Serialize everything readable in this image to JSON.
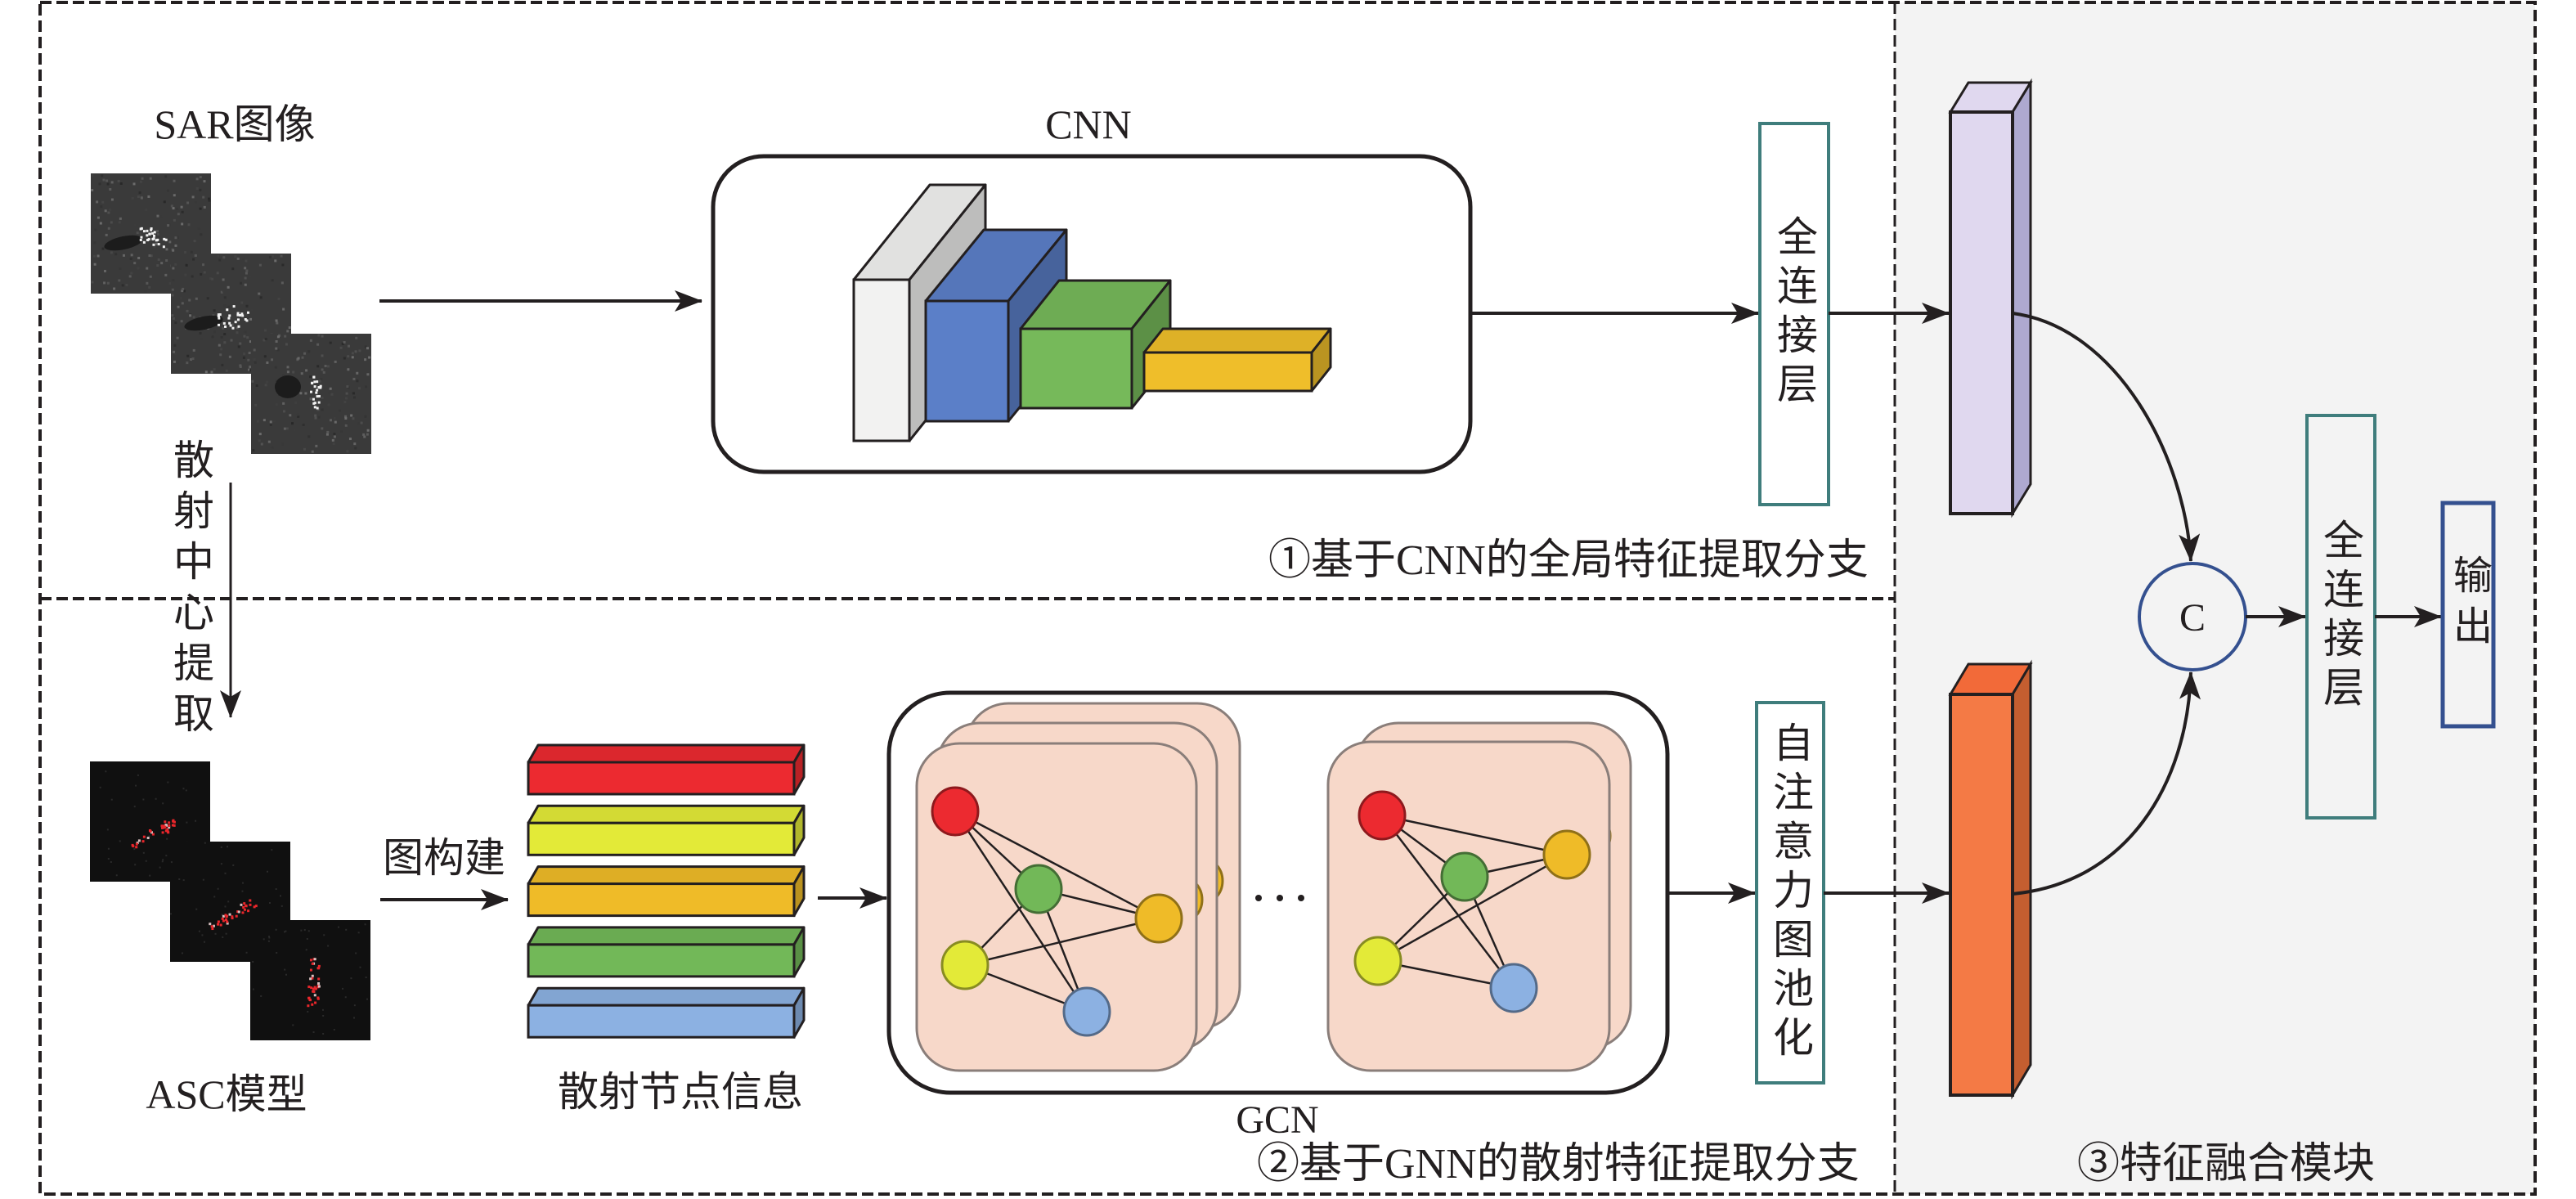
{
  "figure": {
    "branch1": {
      "title": "①基于CNN的全局特征提取分支",
      "input_label": "SAR图像",
      "cnn_label": "CNN",
      "fc_label": "全连接层"
    },
    "branch2": {
      "title": "②基于GNN的散射特征提取分支",
      "extract_label": "散射中心提取",
      "asc_label": "ASC模型",
      "graph_build_label": "图构建",
      "nodes_label": "散射节点信息",
      "gcn_label": "GCN",
      "ellipsis": "···",
      "pool_label": "自注意力图池化"
    },
    "branch3": {
      "title": "③特征融合模块",
      "concat_label": "C",
      "fc_label": "全连接层",
      "output_label": "输出"
    },
    "colors": {
      "text": "#231f20",
      "teal_border": "#3f7d7c",
      "navy_border": "#34508f",
      "fusion_panel_bg": "#f3f3f3",
      "gcn_card_bg": "#f7d8c9",
      "cnn_layers": [
        "#f2f2f1",
        "#5b7fc8",
        "#76b95a",
        "#efbe2a"
      ],
      "scatter_features": [
        "#ec2a30",
        "#e3ea38",
        "#efbb28",
        "#72b858",
        "#8cb1e2"
      ],
      "graph_nodes": {
        "red": "#ec2a30",
        "green": "#72b858",
        "orange": "#efbb28",
        "yellow": "#e3ea38",
        "blue": "#8cb1e2"
      },
      "cnn_feature_vector": "#e0d8ef",
      "gnn_feature_vector": "#f47a45"
    },
    "graph_edges_left": [
      [
        "red",
        "green"
      ],
      [
        "red",
        "orange"
      ],
      [
        "red",
        "blue"
      ],
      [
        "green",
        "orange"
      ],
      [
        "green",
        "yellow"
      ],
      [
        "green",
        "blue"
      ],
      [
        "yellow",
        "orange"
      ],
      [
        "yellow",
        "blue"
      ]
    ],
    "graph_edges_right": [
      [
        "red",
        "orange"
      ],
      [
        "red",
        "green"
      ],
      [
        "red",
        "blue"
      ],
      [
        "green",
        "orange"
      ],
      [
        "green",
        "yellow"
      ],
      [
        "green",
        "blue"
      ],
      [
        "yellow",
        "orange"
      ],
      [
        "yellow",
        "blue"
      ]
    ]
  }
}
